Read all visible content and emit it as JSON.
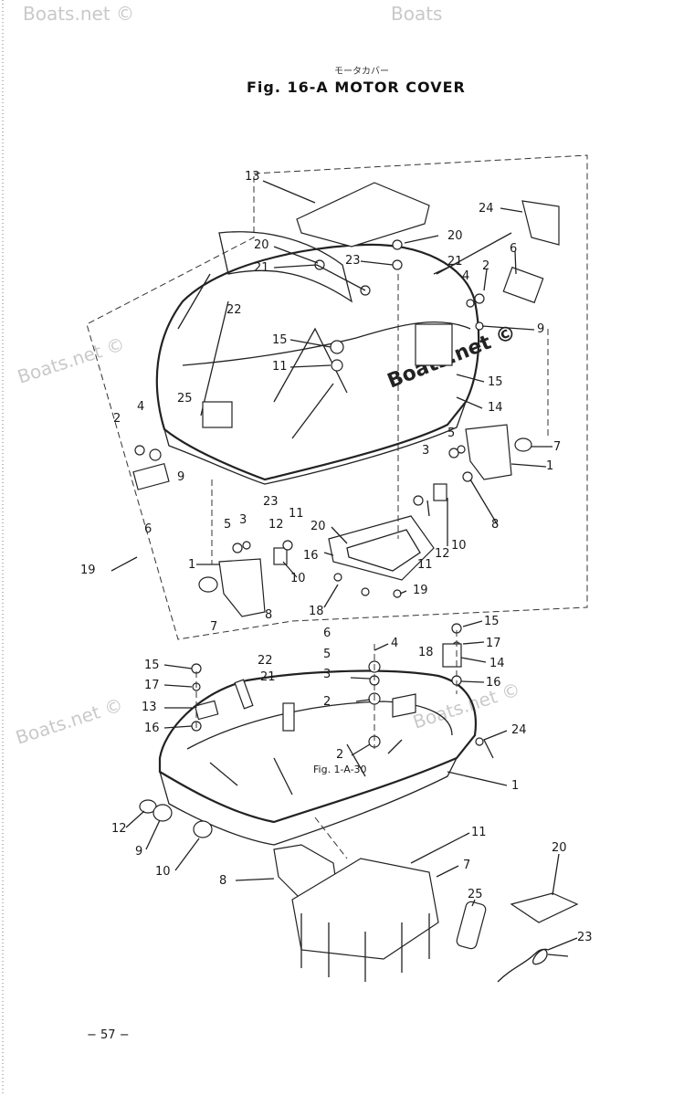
{
  "header": {
    "subtitle_jp": "モータカバー",
    "title": "Fig. 16-A   MOTOR COVER"
  },
  "watermarks": {
    "repeated": "Boats.net ©",
    "top_right": "Boats",
    "center": "Boats.net ©"
  },
  "reference": "Fig. 1-A-30",
  "page_number": "− 57 −",
  "upper_callouts": [
    "13",
    "24",
    "20",
    "20",
    "23",
    "21",
    "21",
    "6",
    "2",
    "4",
    "22",
    "9",
    "15",
    "11",
    "15",
    "14",
    "4",
    "25",
    "2",
    "5",
    "3",
    "7",
    "1",
    "9",
    "23",
    "6",
    "11",
    "5",
    "3",
    "12",
    "20",
    "16",
    "8",
    "10",
    "12",
    "11",
    "19",
    "18",
    "19",
    "1",
    "7",
    "8"
  ],
  "lower_callouts": [
    "15",
    "6",
    "4",
    "17",
    "5",
    "18",
    "14",
    "22",
    "15",
    "21",
    "3",
    "16",
    "17",
    "2",
    "13",
    "24",
    "16",
    "2",
    "1",
    "12",
    "9",
    "11",
    "10",
    "7",
    "20",
    "8",
    "25",
    "23"
  ]
}
